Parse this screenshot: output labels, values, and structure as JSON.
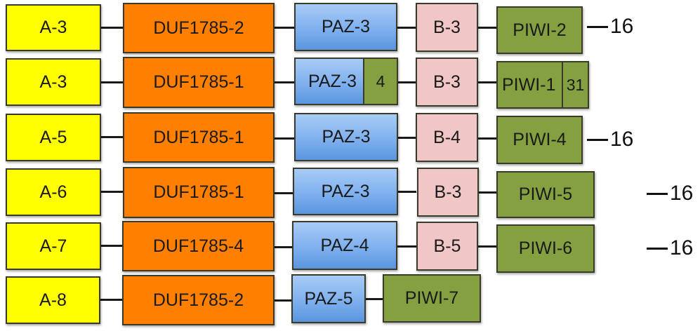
{
  "diagram": {
    "type": "domain-architecture",
    "colors": {
      "A": "#ffff00",
      "DUF": "#ff7f00",
      "PAZ": "#7fb0ee",
      "B": "#f0c6c6",
      "PIWI": "#85a040"
    },
    "rows": [
      {
        "domains": [
          {
            "type": "A",
            "label": "A-3"
          },
          {
            "type": "DUF",
            "label": "DUF1785-2"
          },
          {
            "type": "PAZ",
            "label": "PAZ-3"
          },
          {
            "type": "B",
            "label": "B-3"
          },
          {
            "type": "PIWI",
            "label": "PIWI-2"
          }
        ],
        "tail": "16"
      },
      {
        "domains": [
          {
            "type": "A",
            "label": "A-3"
          },
          {
            "type": "DUF",
            "label": "DUF1785-1"
          },
          {
            "type": "PAZ",
            "label": "PAZ-3",
            "insert": "4"
          },
          {
            "type": "B",
            "label": "B-3"
          },
          {
            "type": "PIWI",
            "label": "PIWI-1",
            "insert": "31"
          }
        ],
        "tail": null
      },
      {
        "domains": [
          {
            "type": "A",
            "label": "A-5"
          },
          {
            "type": "DUF",
            "label": "DUF1785-1"
          },
          {
            "type": "PAZ",
            "label": "PAZ-3"
          },
          {
            "type": "B",
            "label": "B-4"
          },
          {
            "type": "PIWI",
            "label": "PIWI-4"
          }
        ],
        "tail": "16"
      },
      {
        "domains": [
          {
            "type": "A",
            "label": "A-6"
          },
          {
            "type": "DUF",
            "label": "DUF1785-1"
          },
          {
            "type": "PAZ",
            "label": "PAZ-3"
          },
          {
            "type": "B",
            "label": "B-3"
          },
          {
            "type": "PIWI",
            "label": "PIWI-5"
          }
        ],
        "tail": "16"
      },
      {
        "domains": [
          {
            "type": "A",
            "label": "A-7"
          },
          {
            "type": "DUF",
            "label": "DUF1785-4"
          },
          {
            "type": "PAZ",
            "label": "PAZ-4"
          },
          {
            "type": "B",
            "label": "B-5"
          },
          {
            "type": "PIWI",
            "label": "PIWI-6"
          }
        ],
        "tail": "16"
      },
      {
        "domains": [
          {
            "type": "A",
            "label": "A-8"
          },
          {
            "type": "DUF",
            "label": "DUF1785-2"
          },
          {
            "type": "PAZ",
            "label": "PAZ-5"
          },
          {
            "type": "PIWI",
            "label": "PIWI-7"
          }
        ],
        "tail": null
      }
    ]
  }
}
